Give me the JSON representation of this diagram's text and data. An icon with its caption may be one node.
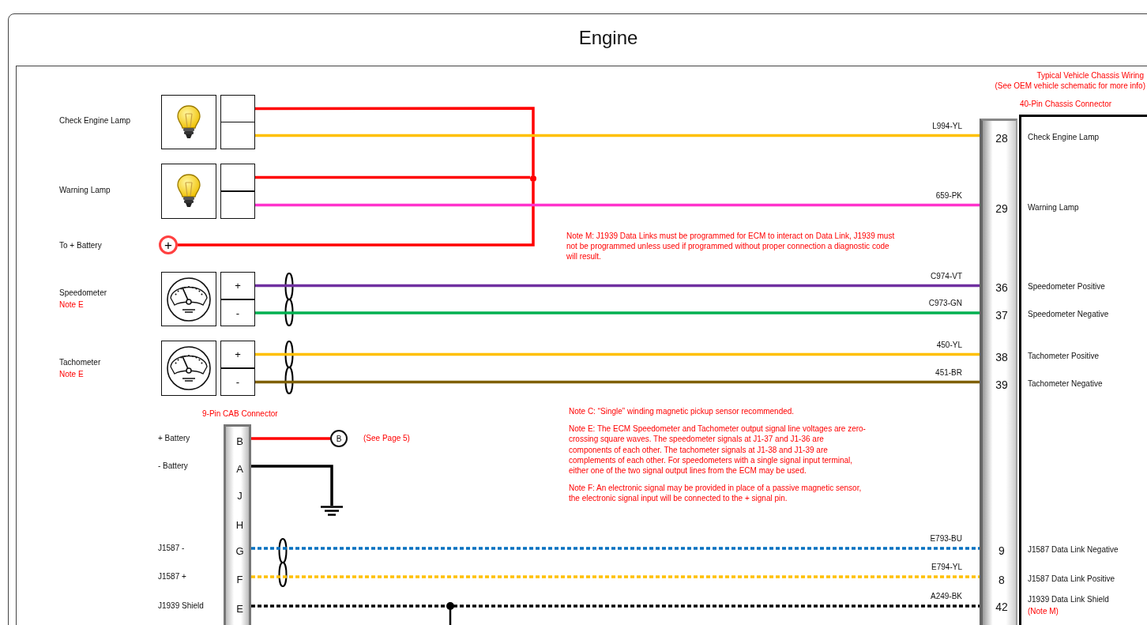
{
  "diagram": {
    "title": "Engine",
    "nodes": [
      {
        "text": [],
        "shape": "picture",
        "beside": [
          "Check Engine Lamp"
        ]
      },
      {
        "text": [],
        "shape": "box"
      },
      {
        "text": [],
        "shape": "box"
      },
      {
        "text": [],
        "shape": "picture"
      },
      {
        "text": [],
        "shape": "box"
      },
      {
        "text": [],
        "shape": "box"
      },
      {
        "text": [
          "+"
        ]
      },
      {
        "text": [],
        "shape": "picture",
        "beside": [
          "Speedometer",
          "Note E"
        ]
      },
      {
        "text": [
          "+"
        ]
      },
      {
        "text": [
          "-"
        ]
      },
      {
        "text": [],
        "shape": "picture",
        "beside": [
          "Tachometer",
          "Note E"
        ]
      },
      {
        "text": [
          "+"
        ]
      },
      {
        "text": [
          "-"
        ]
      },
      {
        "text": [
          "9-Pin CAB Connector"
        ]
      },
      {
        "text": [
          "B"
        ],
        "in": 13
      },
      {
        "text": [
          "A"
        ],
        "in": 13
      },
      {
        "text": [
          "J"
        ],
        "in": 13
      },
      {
        "text": [
          "H"
        ],
        "in": 13
      },
      {
        "text": [
          "G"
        ],
        "in": 13
      },
      {
        "text": [
          "F"
        ],
        "in": 13
      },
      {
        "text": [
          "E"
        ],
        "in": 13
      },
      {
        "text": [
          "B"
        ],
        "beside": [
          "(See Page 5)"
        ]
      },
      {
        "text": [],
        "shape": "picture"
      },
      {
        "text": [],
        "shape": "circle"
      },
      {
        "text": [],
        "shape": "bar"
      },
      {
        "text": [
          "28"
        ],
        "in": 24
      },
      {
        "text": [
          "29"
        ],
        "in": 24
      },
      {
        "text": [
          "36"
        ],
        "in": 24
      },
      {
        "text": [
          "37"
        ],
        "in": 24
      },
      {
        "text": [
          "38"
        ],
        "in": 24
      },
      {
        "text": [
          "39"
        ],
        "in": 24
      },
      {
        "text": [
          "9"
        ],
        "in": 24
      },
      {
        "text": [
          "8"
        ],
        "in": 24
      },
      {
        "text": [
          "42"
        ],
        "in": 24
      },
      {
        "text": [
          "40-Pin Chassis Connector",
          "Check Engine Lamp",
          "Warning Lamp",
          "Speedometer Positive",
          "Speedometer Negative",
          "Tachometer Positive",
          "Tachometer Negative",
          "J1587 Data Link Negative",
          "J1587 Data Link Positive",
          "J1939 Data Link Shield",
          "(Note M)"
        ]
      }
    ],
    "edges": [
      {
        "from": 1,
        "to": 23,
        "arrow": "none",
        "color": "#ff0000"
      },
      {
        "from": 4,
        "to": 23,
        "arrow": "none",
        "color": "#ff0000"
      },
      {
        "from": 6,
        "to": 23,
        "arrow": "none",
        "color": "#ff0000"
      },
      {
        "from": 2,
        "to": 25,
        "arrow": "none",
        "label": "L994-YL",
        "color": "#ffc000"
      },
      {
        "from": 5,
        "to": 26,
        "arrow": "none",
        "label": "659-PK",
        "color": "#ff33cc"
      },
      {
        "from": 8,
        "to": 27,
        "arrow": "none",
        "label": "C974-VT",
        "color": "#7030a0"
      },
      {
        "from": 9,
        "to": 28,
        "arrow": "none",
        "label": "C973-GN",
        "color": "#00b050"
      },
      {
        "from": 11,
        "to": 29,
        "arrow": "none",
        "label": "450-YL",
        "color": "#ffc000"
      },
      {
        "from": 12,
        "to": 30,
        "arrow": "none",
        "label": "451-BR",
        "color": "#7f6000"
      },
      {
        "from": 14,
        "to": 21,
        "arrow": "none",
        "color": "#ff0000"
      },
      {
        "from": 15,
        "to": 22,
        "arrow": "none",
        "color": "#000000"
      },
      {
        "from": 18,
        "to": 31,
        "arrow": "none",
        "label": "E793-BU",
        "style": "dashed",
        "color": "#0070c0"
      },
      {
        "from": 19,
        "to": 32,
        "arrow": "none",
        "label": "E794-YL",
        "style": "dashed",
        "color": "#ffc000"
      },
      {
        "from": 20,
        "to": 33,
        "arrow": "none",
        "label": "A249-BK",
        "style": "dashed",
        "color": "#000000"
      }
    ],
    "labels": [
      "Typical Vehicle Chassis Wiring",
      "(See OEM vehicle schematic for more info)",
      "Warning Lamp",
      "To + Battery",
      "Note M: J1939 Data Links must be programmed for ECM to interact on Data Link, J1939 must not be programmed unless used if programmed without proper connection a diagnostic code will result.",
      "+ Battery",
      "- Battery",
      "Note C: “Single” winding magnetic pickup sensor recommended.",
      "Note E: The ECM Speedometer and Tachometer output signal line voltages are zero-crossing square waves. The speedometer signals at J1-37 and J1-36 are components of each other. The tachometer signals at J1-38 and J1-39 are complements of each other. For speedometers with a single signal input terminal, either one of the two signal output lines from the ECM may be used.",
      "Note F: An electronic signal may be provided in place of a passive magnetic sensor, the electronic signal input will be connected to the + signal pin.",
      "J1587 -",
      "J1587 +",
      "J1939 Shield"
    ]
  }
}
